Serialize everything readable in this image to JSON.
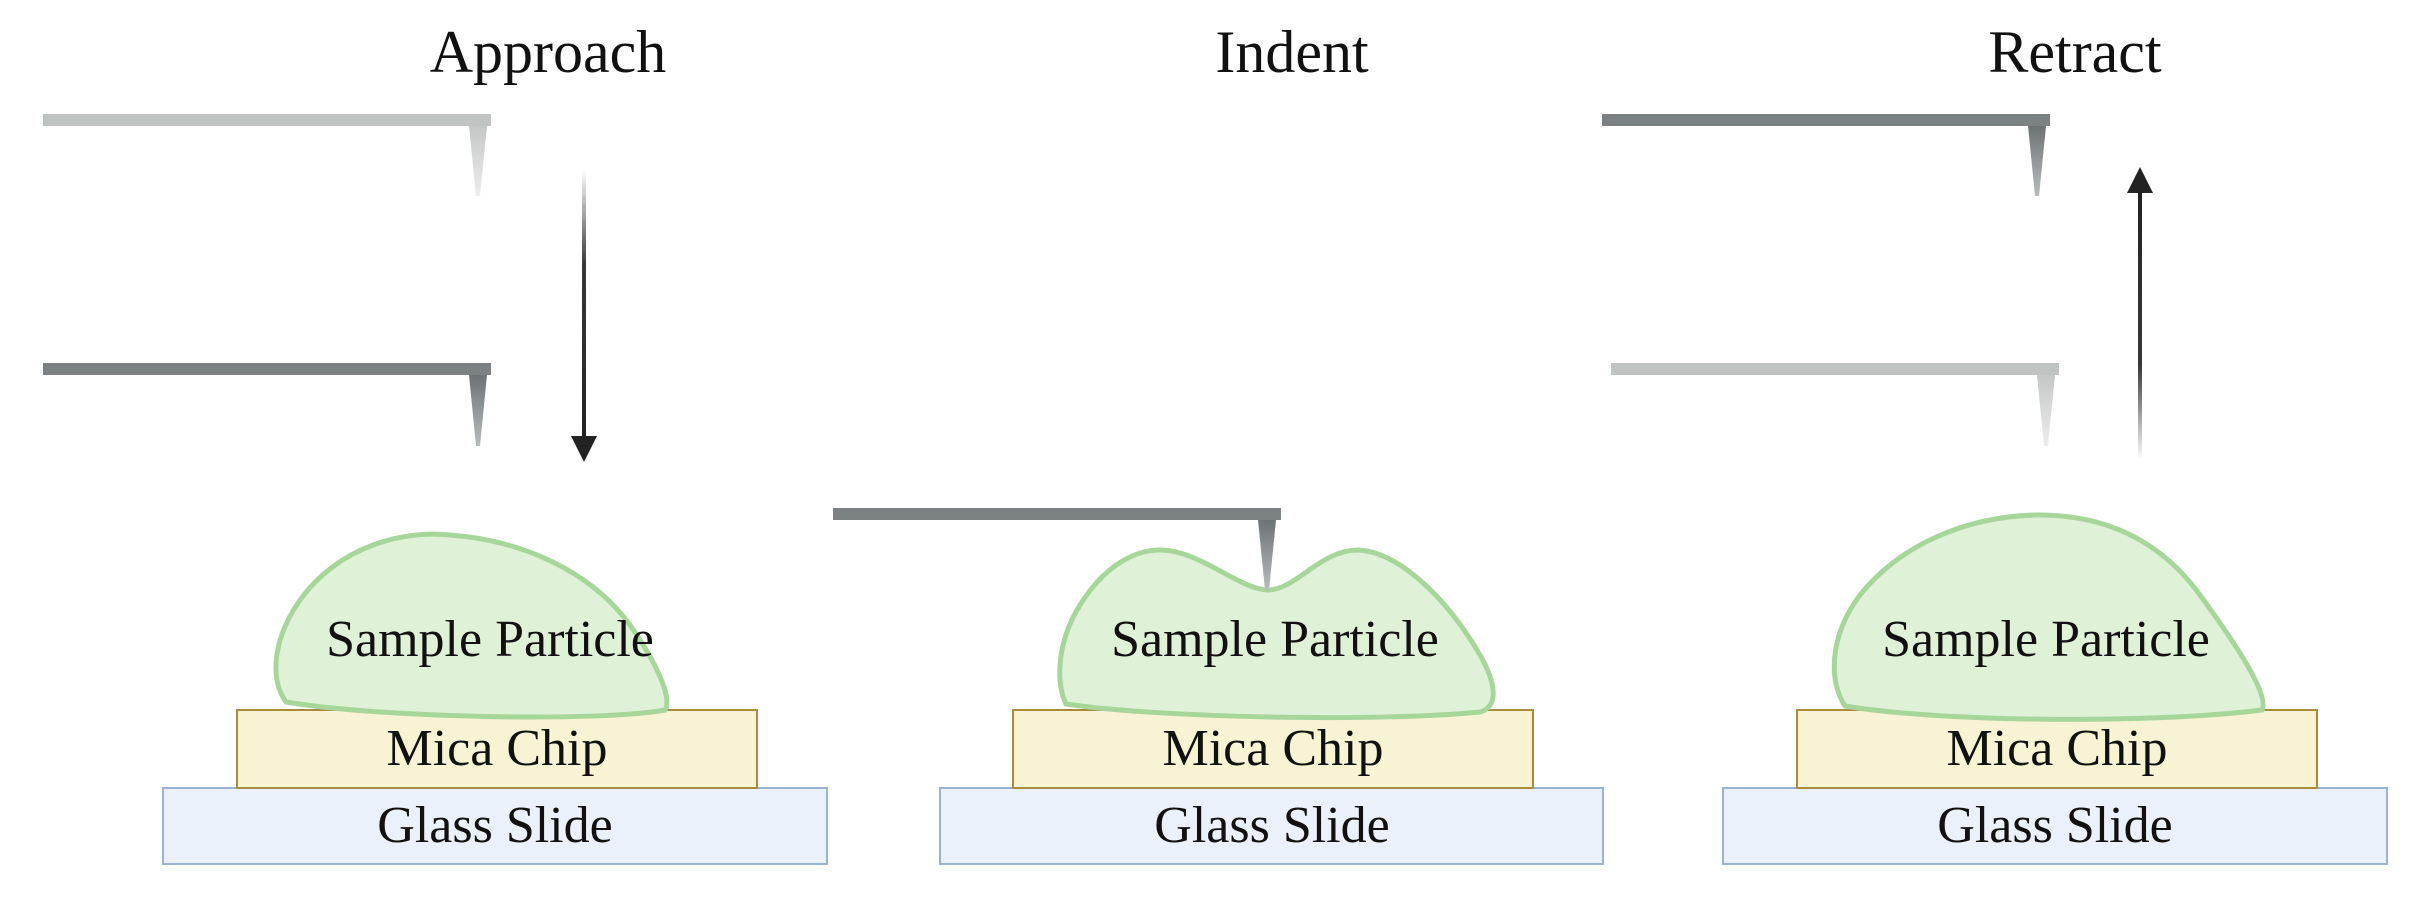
{
  "colors": {
    "particle_fill": "#dff2d8",
    "particle_stroke": "#a6d69a",
    "mica_fill": "#f7f3d3",
    "mica_stroke": "#a98b3c",
    "glass_fill": "#eaf1fa",
    "glass_stroke": "#9bb3d3",
    "cantilever_dark": "#7c8184",
    "cantilever_light": "#bfc3c2",
    "arrow": "#222222"
  },
  "stages": [
    {
      "title": "Approach",
      "particle_label": "Sample Particle",
      "mica_label": "Mica Chip",
      "glass_label": "Glass Slide"
    },
    {
      "title": "Indent",
      "particle_label": "Sample Particle",
      "mica_label": "Mica Chip",
      "glass_label": "Glass Slide"
    },
    {
      "title": "Retract",
      "particle_label": "Sample Particle",
      "mica_label": "Mica Chip",
      "glass_label": "Glass Slide"
    }
  ]
}
